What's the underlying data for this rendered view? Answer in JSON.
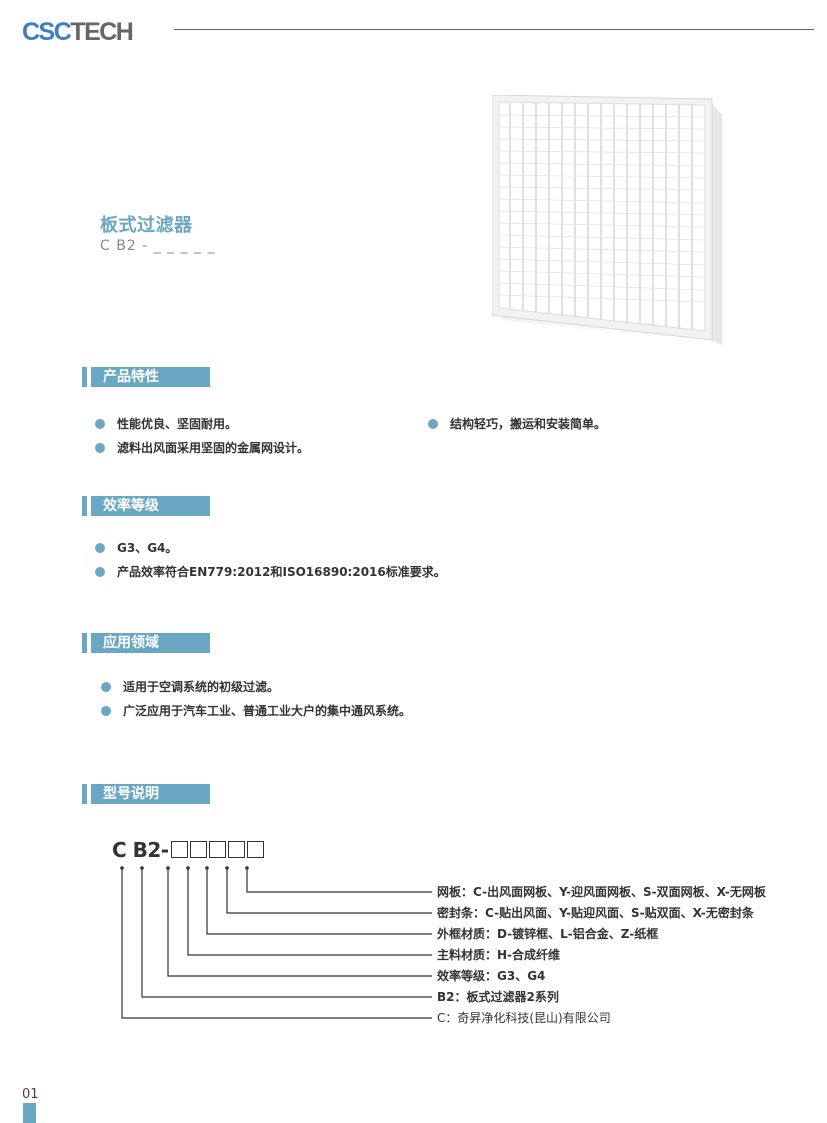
{
  "header": {
    "logo_part1": "CSC",
    "logo_part2": "TECH"
  },
  "product": {
    "title": "板式过滤器",
    "model_code": "C B2 - _ _ _ _ _",
    "image": "panel-filter-photo"
  },
  "sections": {
    "features": {
      "heading": "产品特性",
      "items": [
        "性能优良、坚固耐用。",
        "结构轻巧，搬运和安装简单。",
        "滤料出风面采用坚固的金属网设计。"
      ]
    },
    "efficiency": {
      "heading": "效率等级",
      "items": [
        "G3、G4。",
        "产品效率符合EN779:2012和ISO16890:2016标准要求。"
      ]
    },
    "applications": {
      "heading": "应用领域",
      "items": [
        "适用于空调系统的初级过滤。",
        "广泛应用于汽车工业、普通工业大户的集中通风系统。"
      ]
    },
    "model": {
      "heading": "型号说明",
      "code_prefix": "C B2-",
      "slot_count": 5,
      "legend": [
        "网板：C-出风面网板、Y-迎风面网板、S-双面网板、X-无网板",
        "密封条：C-贴出风面、Y-贴迎风面、S-贴双面、X-无密封条",
        "外框材质：D-镀锌框、L-铝合金、Z-纸框",
        "主料材质：H-合成纤维",
        "效率等级：G3、G4",
        "B2：板式过滤器2系列",
        "C：奇昇净化科技(昆山)有限公司"
      ]
    }
  },
  "footer": {
    "page_number": "01"
  },
  "colors": {
    "accent": "#6aa7c3",
    "logo_blue": "#3d7fc0",
    "logo_gray": "#666666",
    "text": "#333333"
  }
}
